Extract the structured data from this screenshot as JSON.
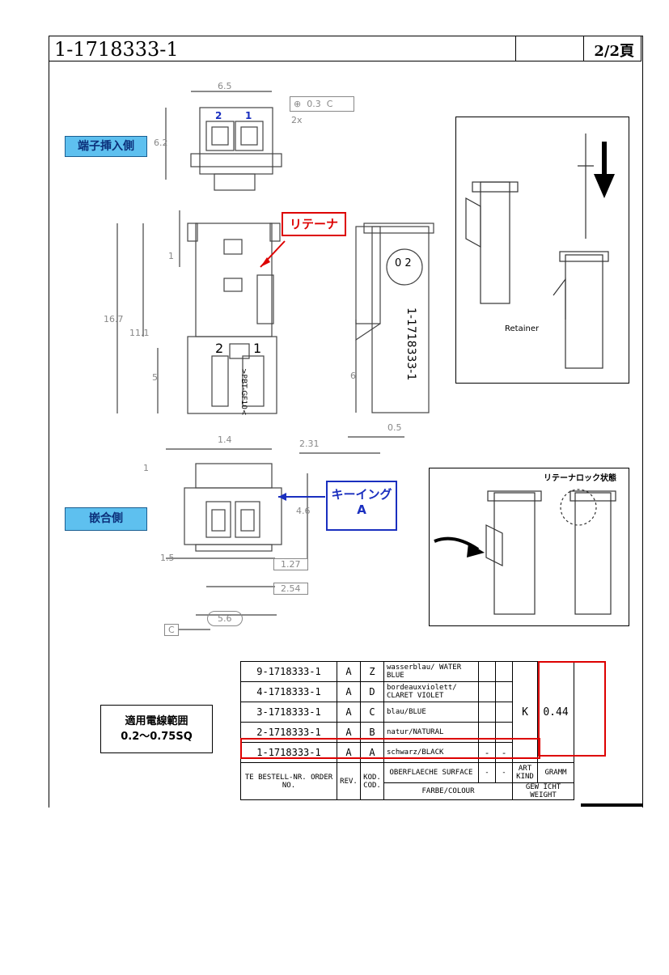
{
  "header": {
    "part_number": "1-1718333-1",
    "page": "2/2頁"
  },
  "labels": {
    "terminal_insert_side": "端子挿入側",
    "mating_side": "嵌合側",
    "retainer_jp": "リテーナ",
    "keying": "キーイング",
    "keying_code": "A",
    "retainer_lock": "リテーナロック状態",
    "retainer_en": "Retainer",
    "wire_range_title": "適用電線範囲",
    "wire_range_value": "0.2〜0.75SQ"
  },
  "drawing_text": {
    "cavity_1": "1",
    "cavity_2": "2",
    "pos_2x": "2x",
    "gdt_tol": "0.3",
    "gdt_datum": "C",
    "dim_6_5": "6.5",
    "dim_6_2": "6.2",
    "dim_16_7": "16.7",
    "dim_11_1": "11.1",
    "dim_5": "5",
    "dim_1": "1",
    "dim_6": "6",
    "dim_0_5": "0.5",
    "dim_2_31": "2.31",
    "dim_1_4": "1.4",
    "dim_1b": "1",
    "dim_4_6": "4.6",
    "dim_1_5": "1.5",
    "dim_1_27": "1.27",
    "dim_2_54": "2.54",
    "dim_5_6": "5.6",
    "datum_c": "C",
    "housing_mark": ">PBT-GF10<",
    "side_mark": "1-1718333-1",
    "dial_digits": "0 2"
  },
  "table": {
    "rows": [
      {
        "pn": "9-1718333-1",
        "rev": "A",
        "kod": "Z",
        "colour": "wasserblau/ WATER BLUE",
        "s1": "",
        "s2": ""
      },
      {
        "pn": "4-1718333-1",
        "rev": "A",
        "kod": "D",
        "colour": "bordeauxviolett/ CLARET VIOLET",
        "s1": "",
        "s2": ""
      },
      {
        "pn": "3-1718333-1",
        "rev": "A",
        "kod": "C",
        "colour": "blau/BLUE",
        "s1": "",
        "s2": ""
      },
      {
        "pn": "2-1718333-1",
        "rev": "A",
        "kod": "B",
        "colour": "natur/NATURAL",
        "s1": "",
        "s2": ""
      },
      {
        "pn": "1-1718333-1",
        "rev": "A",
        "kod": "A",
        "colour": "schwarz/BLACK",
        "s1": "-",
        "s2": "-"
      }
    ],
    "art": "K",
    "weight": "0.44",
    "headers": {
      "order": "TE BESTELL-NR. ORDER NO.",
      "rev": "REV.",
      "kod": "KOD. COD.",
      "surface": "OBERFLAECHE SURFACE",
      "colour": "FARBE/COLOUR",
      "s1": "-",
      "s2": "-",
      "art": "ART KIND",
      "gramm": "GRAMM",
      "weight": "GEW ICHT WEIGHT"
    }
  },
  "colors": {
    "accent_red": "#dd0000",
    "accent_blue": "#1a2fbf",
    "label_fill": "#5ec0ef"
  }
}
